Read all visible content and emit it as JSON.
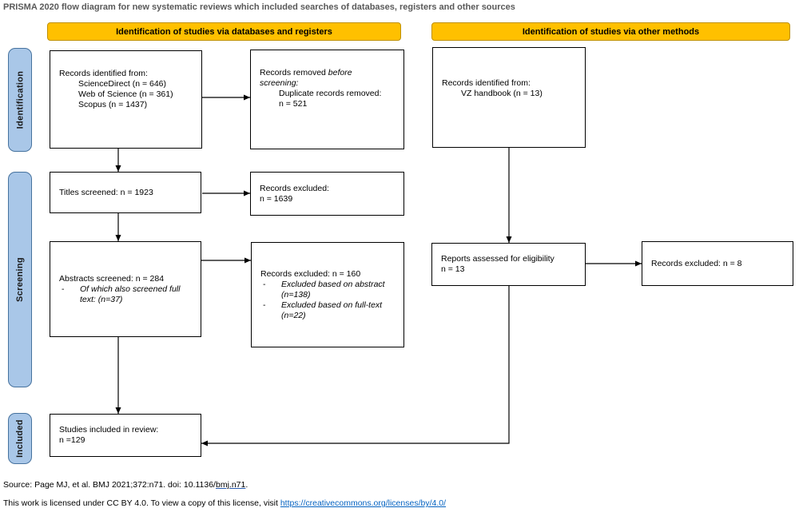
{
  "title": "PRISMA 2020 flow diagram for new systematic reviews which included searches of databases, registers and other sources",
  "columns": {
    "left_header": "Identification of studies via databases and registers",
    "right_header": "Identification of studies via other methods"
  },
  "sidebar": {
    "identification": "Identification",
    "screening": "Screening",
    "included": "Included"
  },
  "boxes": {
    "records_identified_db": {
      "title": "Records identified from:",
      "sources": [
        "ScienceDirect (n = 646)",
        "Web of Science (n = 361)",
        "Scopus (n = 1437)"
      ]
    },
    "records_removed": {
      "prefix": "Records removed ",
      "italic1": "before",
      "italic2": "screening:",
      "detail1": "Duplicate records removed:",
      "detail2": "n = 521"
    },
    "titles_screened": {
      "text": "Titles screened: n = 1923"
    },
    "records_excluded_titles": {
      "line1": "Records excluded:",
      "line2": "n = 1639"
    },
    "abstracts_screened": {
      "line1": "Abstracts screened: n = 284",
      "bullet_dash": "-",
      "bullet": "Of which also screened full text: (n=37)"
    },
    "records_excluded_abstracts": {
      "line1": "Records excluded: n = 160",
      "bullet_dash": "-",
      "bullets": [
        "Excluded based on abstract (n=138)",
        "Excluded based on full-text (n=22)"
      ]
    },
    "records_identified_other": {
      "title": "Records identified from:",
      "sources": [
        "VZ handbook (n = 13)"
      ]
    },
    "reports_assessed": {
      "line1": "Reports assessed for eligibility",
      "line2": "n = 13"
    },
    "records_excluded_reports": {
      "text": "Records excluded: n = 8"
    },
    "studies_included": {
      "line1": "Studies included in review:",
      "line2": "n =129"
    }
  },
  "footer": {
    "source_text": "Source: Page MJ, et al. BMJ 2021;372:n71. doi: 10.1136/",
    "source_link": "bmj.n71",
    "source_period": ".",
    "license_text": "This work is licensed under CC BY 4.0. To view a copy of this license, visit ",
    "license_link": "https://creativecommons.org/licenses/by/4.0/"
  },
  "colors": {
    "header_fill": "#FFC000",
    "header_border": "#BF9000",
    "sidebar_fill": "#A9C7E8",
    "sidebar_border": "#46729E",
    "box_border": "#000000",
    "title_color": "#595959",
    "link_color": "#0563C1",
    "arrow_color": "#000000"
  }
}
